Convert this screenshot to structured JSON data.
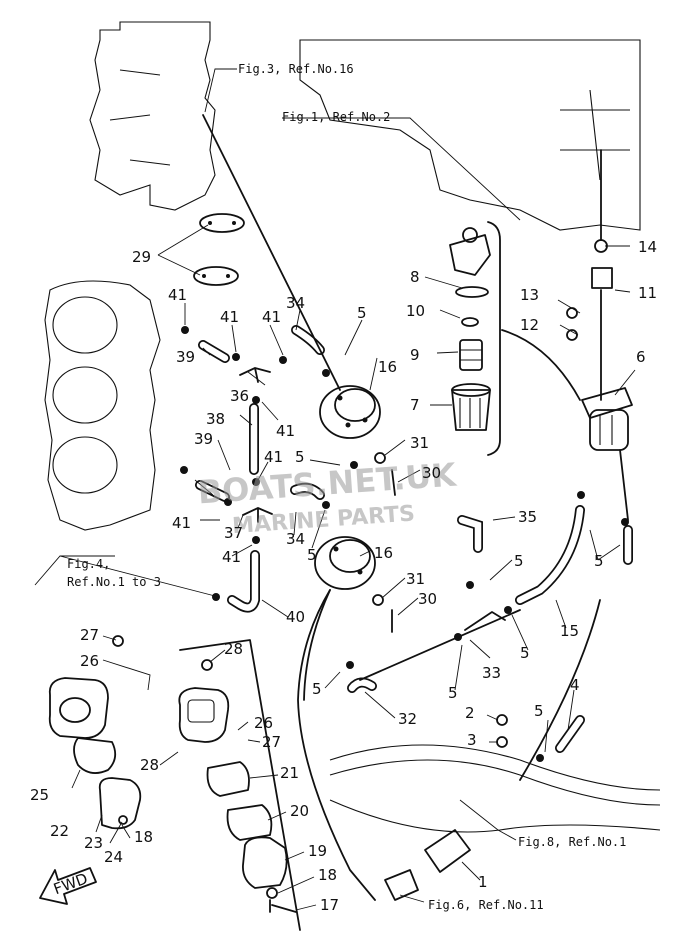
{
  "references": {
    "fig3": "Fig.3, Ref.No.16",
    "fig1": "Fig.1, Ref.No.2",
    "fig4_line1": "Fig.4,",
    "fig4_line2": "Ref.No.1 to 3",
    "fig8": "Fig.8, Ref.No.1",
    "fig6": "Fig.6, Ref.No.11"
  },
  "watermark": {
    "line1": "BOATS.NET.UK",
    "line2": "MARINE PARTS"
  },
  "fwd_label": "FWD",
  "part_numbers": {
    "n1": "1",
    "n2": "2",
    "n3": "3",
    "n4": "4",
    "n5a": "5",
    "n5b": "5",
    "n5c": "5",
    "n5d": "5",
    "n5e": "5",
    "n5f": "5",
    "n5g": "5",
    "n5h": "5",
    "n5i": "5",
    "n6": "6",
    "n7": "7",
    "n8": "8",
    "n9": "9",
    "n10": "10",
    "n11": "11",
    "n12": "12",
    "n13": "13",
    "n14": "14",
    "n15": "15",
    "n16a": "16",
    "n16b": "16",
    "n17": "17",
    "n18a": "18",
    "n18b": "18",
    "n19": "19",
    "n20": "20",
    "n21": "21",
    "n22": "22",
    "n23": "23",
    "n24": "24",
    "n25": "25",
    "n26a": "26",
    "n26b": "26",
    "n27a": "27",
    "n27b": "27",
    "n28a": "28",
    "n28b": "28",
    "n29": "29",
    "n30a": "30",
    "n30b": "30",
    "n31a": "31",
    "n31b": "31",
    "n32": "32",
    "n33": "33",
    "n34a": "34",
    "n34b": "34",
    "n35": "35",
    "n36": "36",
    "n37": "37",
    "n38": "38",
    "n39a": "39",
    "n39b": "39",
    "n40": "40",
    "n41a": "41",
    "n41b": "41",
    "n41c": "41",
    "n41d": "41",
    "n41e": "41",
    "n41f": "41",
    "n41g": "41"
  }
}
